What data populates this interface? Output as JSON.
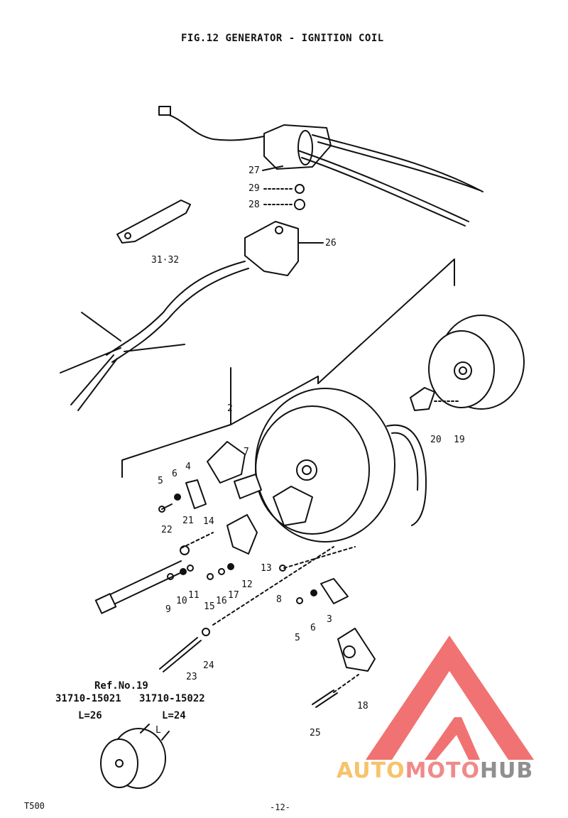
{
  "title": "FIG.12  GENERATOR - IGNITION COIL",
  "part_labels": {
    "p27": "27",
    "p29": "29",
    "p28": "28",
    "p3132": "31·32",
    "p26": "26",
    "p2": "2",
    "p20": "20",
    "p19": "19",
    "p7": "7",
    "p5a": "5",
    "p6a": "6",
    "p4": "4",
    "p14": "14",
    "p22": "22",
    "p21": "21",
    "p13": "13",
    "p12": "12",
    "p9": "9",
    "p10": "10",
    "p11": "11",
    "p15": "15",
    "p16": "16",
    "p17": "17",
    "p8": "8",
    "p3": "3",
    "p6b": "6",
    "p5b": "5",
    "p23": "23",
    "p24": "24",
    "p18": "18",
    "p25": "25",
    "pL": "L"
  },
  "ref_block": {
    "heading": "Ref.No.19",
    "part_a": "31710-15021",
    "part_b": "31710-15022",
    "len_a": "L=26",
    "len_b": "L=24"
  },
  "footer": {
    "model": "T500",
    "page": "-12-"
  },
  "watermark": {
    "word_a": "AUTO",
    "word_b": "MOTO",
    "word_c": "HUB",
    "colors": {
      "auto": "#f7c36a",
      "moto": "#f08a8a",
      "hub": "#8f8f8f",
      "triangle": "#ef5a5a"
    }
  }
}
